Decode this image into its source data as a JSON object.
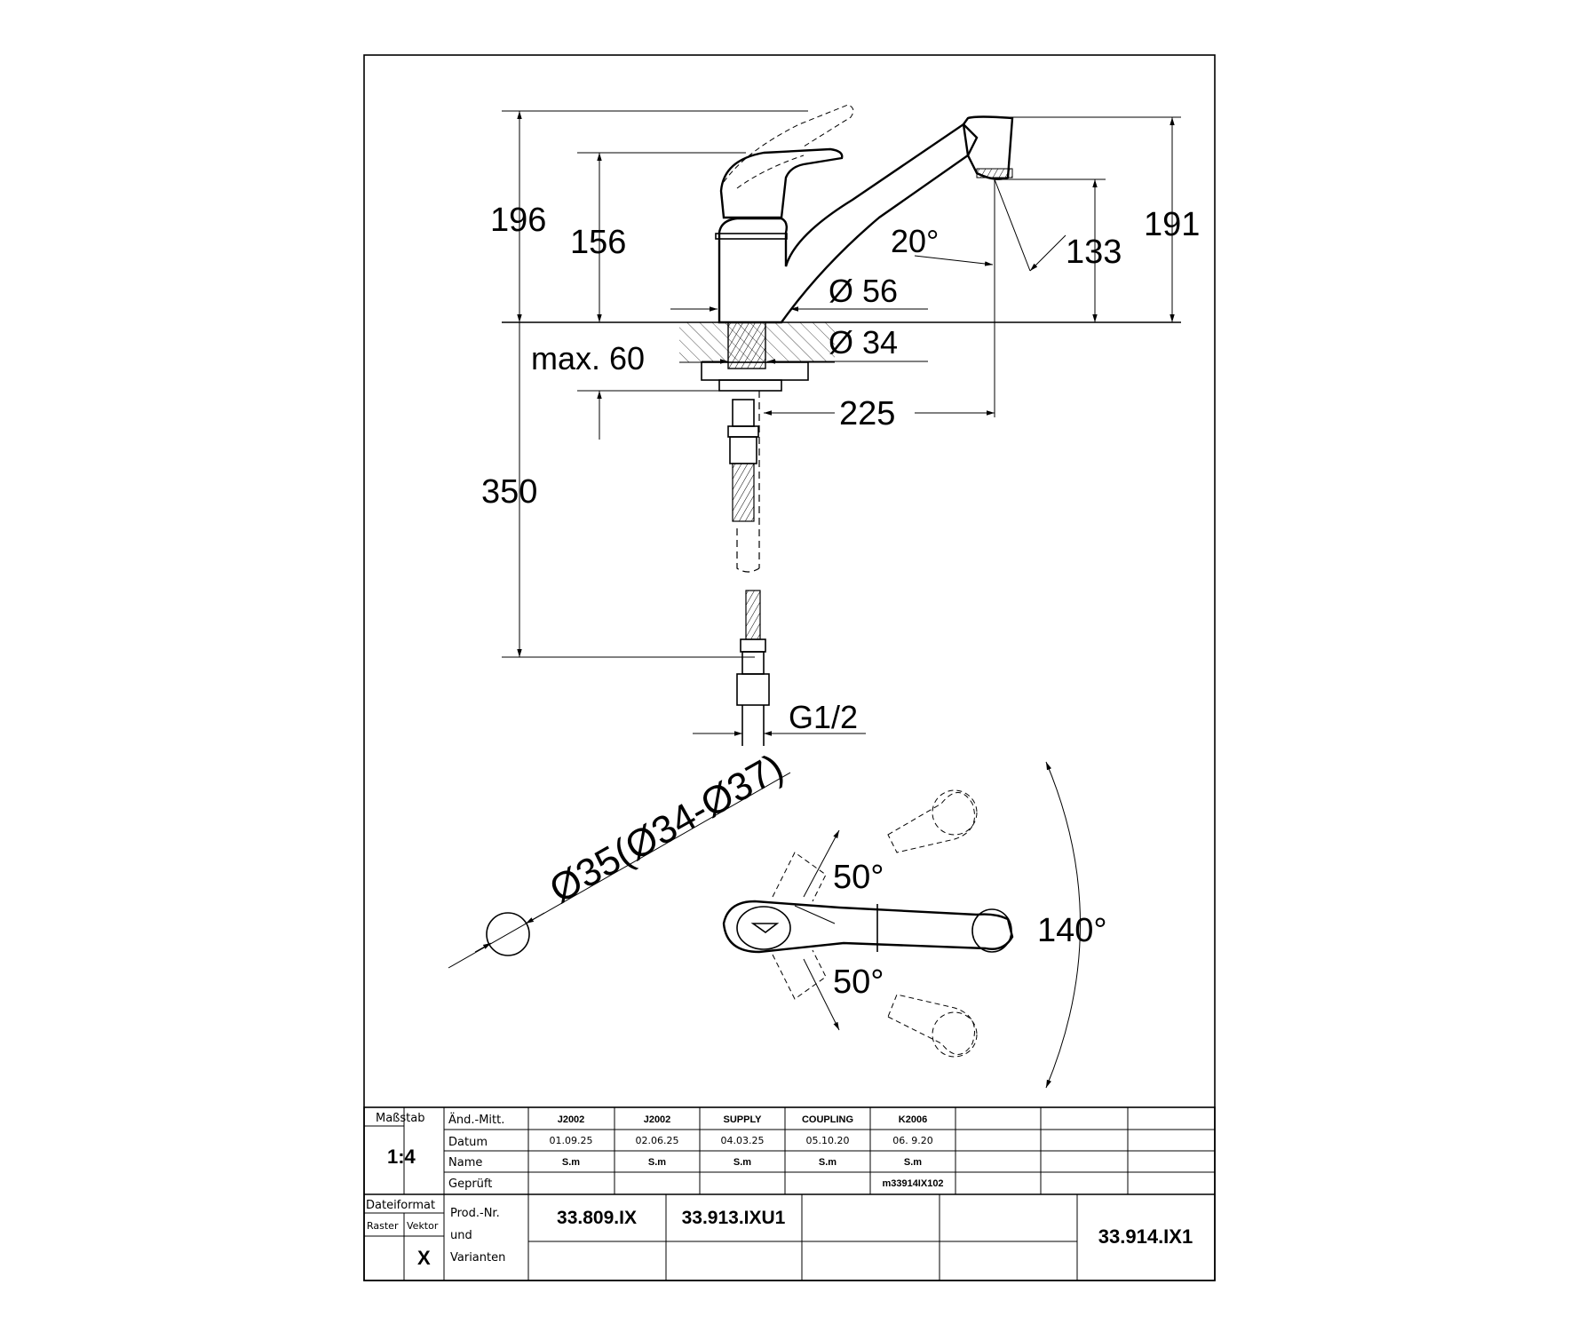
{
  "dimensions": {
    "d196": "196",
    "d156": "156",
    "d191": "191",
    "d133": "133",
    "d20": "20°",
    "d56": "Ø 56",
    "d34": "Ø 34",
    "max60": "max. 60",
    "d225": "225",
    "d350": "350",
    "thread": "G1/2",
    "hole": "Ø35(Ø34-Ø37)",
    "a50_top": "50°",
    "a50_bottom": "50°",
    "a140": "140°"
  },
  "title_block": {
    "scale_label": "Maßstab",
    "scale_value": "1:4",
    "row_labels": [
      "Änd.-Mitt.",
      "Datum",
      "Name",
      "Geprüft"
    ],
    "changes": [
      {
        "code": "J2002",
        "date": "01.09.25",
        "name": "S.m",
        "checked": ""
      },
      {
        "code": "J2002",
        "date": "02.06.25",
        "name": "S.m",
        "checked": ""
      },
      {
        "code": "SUPPLY",
        "date": "04.03.25",
        "name": "S.m",
        "checked": ""
      },
      {
        "code": "COUPLING",
        "date": "05.10.20",
        "name": "S.m",
        "checked": ""
      },
      {
        "code": "K2006",
        "date": "06. 9.20",
        "name": "S.m",
        "checked": "m33914IX102"
      }
    ],
    "file_format_label": "Dateiformat",
    "raster_label": "Raster",
    "vector_label": "Vektor",
    "vector_mark": "X",
    "prod_label_1": "Prod.-Nr.",
    "prod_label_2": "und",
    "prod_label_3": "Varianten",
    "variants": [
      "33.809.IX",
      "33.913.IXU1"
    ],
    "product_number": "33.914.IX1"
  }
}
